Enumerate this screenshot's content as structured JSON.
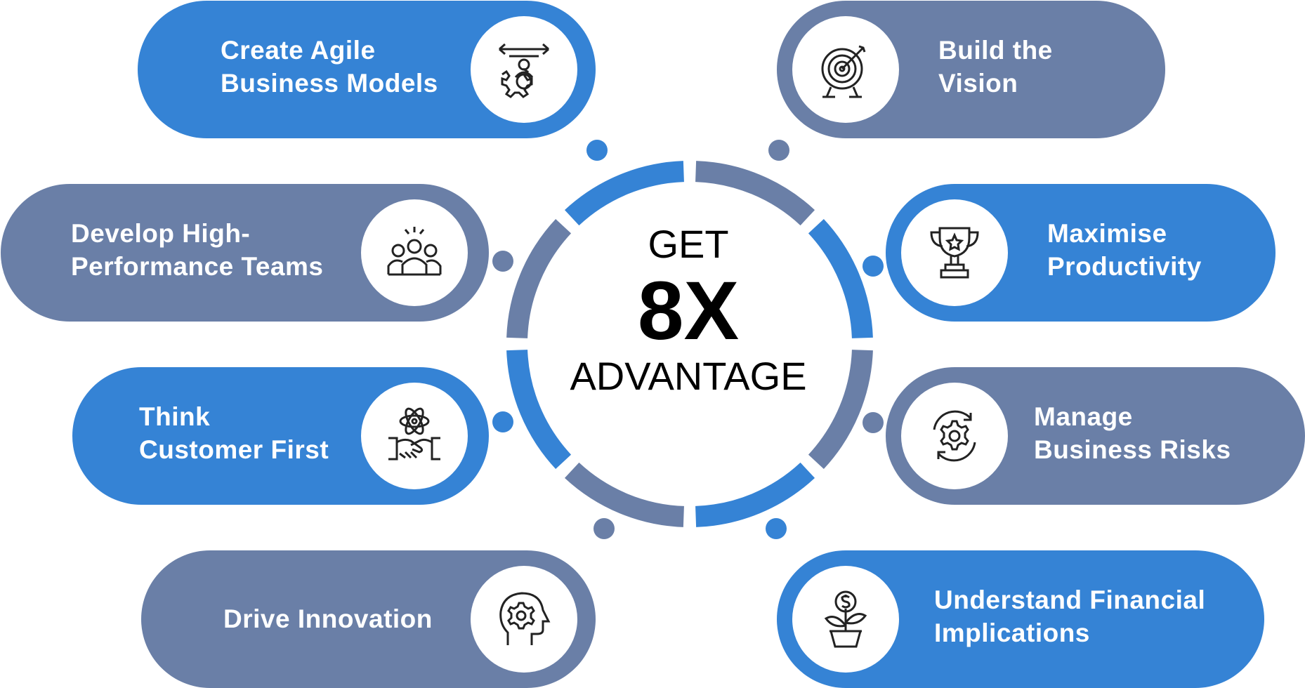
{
  "colors": {
    "blue": "#3583D5",
    "slate": "#6A7FA7",
    "text_light": "#ffffff",
    "text_dark": "#000000"
  },
  "center": {
    "line1": "GET",
    "line2": "8X",
    "line3": "ADVANTAGE"
  },
  "items": [
    {
      "label": "Create Agile\nBusiness Models",
      "icon": "agile-gear-icon",
      "color": "blue"
    },
    {
      "label": "Build the\nVision",
      "icon": "target-icon",
      "color": "slate"
    },
    {
      "label": "Develop High-\nPerformance Teams",
      "icon": "team-icon",
      "color": "slate"
    },
    {
      "label": "Maximise\nProductivity",
      "icon": "trophy-icon",
      "color": "blue"
    },
    {
      "label": "Think\nCustomer First",
      "icon": "handshake-icon",
      "color": "blue"
    },
    {
      "label": "Manage\nBusiness Risks",
      "icon": "gear-cycle-icon",
      "color": "slate"
    },
    {
      "label": "Drive Innovation",
      "icon": "innovation-head-icon",
      "color": "slate"
    },
    {
      "label": "Understand Financial\nImplications",
      "icon": "money-plant-icon",
      "color": "blue"
    }
  ]
}
